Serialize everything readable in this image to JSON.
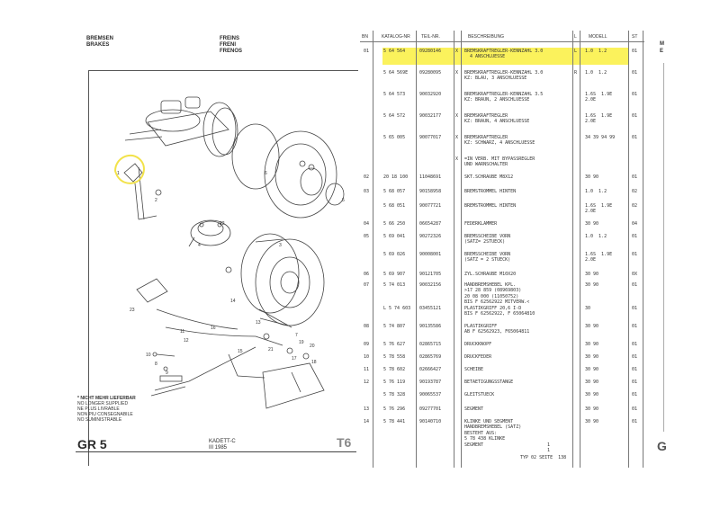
{
  "header": {
    "langs_left": [
      "BREMSEN",
      "BRAKES"
    ],
    "langs_right": [
      "FREINS",
      "FRENI",
      "FRENOS"
    ]
  },
  "legend": {
    "lines": [
      "* NICHT MEHR LIEFERBAR",
      "NO LONGER SUPPLIED",
      "NE PLUS LIVRABLE",
      "NON PIU CONSEGNABILE",
      "NO SUMINISTRABLE"
    ]
  },
  "footer_left": {
    "group": "GR 5",
    "model": "KADETT-C",
    "date": "III 1985",
    "table": "T6"
  },
  "drawing_labels": [
    "1",
    "2",
    "3",
    "4",
    "5",
    "6",
    "7",
    "8",
    "9",
    "10",
    "11",
    "12",
    "13",
    "14",
    "15",
    "16",
    "17",
    "18",
    "19",
    "20",
    "21",
    "22",
    "23"
  ],
  "columns": {
    "bn": "BN",
    "katalog": "KATALOG-NR",
    "teil": "TEIL-NR.",
    "beschreibung": "BESCHREIBUNG",
    "l": "L",
    "modell": "MODELL",
    "st": "ST"
  },
  "rows": [
    {
      "bn": "01",
      "cat": "5 64 564",
      "teil": "09280146",
      "x": "X",
      "desc": [
        "BREMSKRAFTREGLER-KENNZAHL 3.0",
        "  4 ANSCHLUESSE"
      ],
      "l": "L",
      "mod": "1.0  1.2",
      "st": "01",
      "highlight": true
    },
    {
      "bn": "",
      "cat": "5 64 569E",
      "teil": "09280095",
      "x": "X",
      "desc": [
        "BREMSKRAFTREGLER-KENNZAHL 3.0",
        "KZ: BLAU, 3 ANSCHLUESSE"
      ],
      "l": "R",
      "mod": "1.0  1.2",
      "st": "01"
    },
    {
      "bn": "",
      "cat": "5 64 573",
      "teil": "90032920",
      "x": "",
      "desc": [
        "BREMSKRAFTREGLER-KENNZAHL 3.5",
        "KZ: BRAUN, 2 ANSCHLUESSE"
      ],
      "l": "",
      "mod": "1.6S  1.9E|2.0E",
      "st": "01"
    },
    {
      "bn": "",
      "cat": "5 64 572",
      "teil": "90032177",
      "x": "X",
      "desc": [
        "BREMSKRAFTREGLER",
        "KZ: BRAUN, 4 ANSCHLUESSE"
      ],
      "l": "",
      "mod": "1.6S  1.9E|2.0E",
      "st": "01"
    },
    {
      "bn": "",
      "cat": "5 65 005",
      "teil": "90077017",
      "x": "X",
      "desc": [
        "BREMSKRAFTREGLER",
        "KZ: SCHWARZ, 4 ANSCHLUESSE"
      ],
      "l": "",
      "mod": "34 39 94 99",
      "st": "01"
    },
    {
      "bn": "",
      "cat": "",
      "teil": "",
      "x": "X",
      "desc": [
        "=IN VERB. MIT BYPASSREGLER",
        "UND WARNSCHALTER"
      ],
      "l": "",
      "mod": "",
      "st": ""
    },
    {
      "bn": "02",
      "cat": "20 18 100",
      "teil": "11048691",
      "x": "",
      "desc": [
        "SKT.SCHRAUBE M8X12"
      ],
      "l": "",
      "mod": "30 90",
      "st": "01"
    },
    {
      "bn": "03",
      "cat": "5 68 057",
      "teil": "90158958",
      "x": "",
      "desc": [
        "BREMSTROMMEL HINTEN"
      ],
      "l": "",
      "mod": "1.0  1.2",
      "st": "02"
    },
    {
      "bn": "",
      "cat": "5 68 051",
      "teil": "90077721",
      "x": "",
      "desc": [
        "BREMSTROMMEL HINTEN"
      ],
      "l": "",
      "mod": "1.6S  1.9E|2.0E",
      "st": "02"
    },
    {
      "bn": "04",
      "cat": "5 66 250",
      "teil": "06654287",
      "x": "",
      "desc": [
        "FEDERKLAMMER"
      ],
      "l": "",
      "mod": "30 90",
      "st": "04"
    },
    {
      "bn": "05",
      "cat": "5 69 041",
      "teil": "90272326",
      "x": "",
      "desc": [
        "BREMSSCHEIBE VORN",
        "(SATZ= 2STUECK)"
      ],
      "l": "",
      "mod": "1.0  1.2",
      "st": "01"
    },
    {
      "bn": "",
      "cat": "5 69 026",
      "teil": "90008001",
      "x": "",
      "desc": [
        "BREMSSCHEIBE VORN",
        "(SATZ = 2 STUECK)"
      ],
      "l": "",
      "mod": "1.6S  1.9E|2.0E",
      "st": "01"
    },
    {
      "bn": "06",
      "cat": "5 69 907",
      "teil": "90121705",
      "x": "",
      "desc": [
        "ZYL.SCHRAUBE M10X20"
      ],
      "l": "",
      "mod": "30 90",
      "st": "0X"
    },
    {
      "bn": "07",
      "cat": "5 74 013",
      "teil": "90032156",
      "x": "",
      "desc": [
        "HANDBREMSHEBEL KPL.",
        ">17 28 859 (08969803)",
        "20 08 000 (11050752)",
        "BIS F 62562922 MITVERW.<"
      ],
      "l": "",
      "mod": "30 90",
      "st": "01"
    },
    {
      "bn": "",
      "cat": "L 5 74 603",
      "teil": "03455121",
      "x": "",
      "desc": [
        "PLASTIKGRIFF 20,6 I-D",
        "BIS F 62562922, F 65064810"
      ],
      "l": "",
      "mod": "30",
      "st": "01"
    },
    {
      "bn": "08",
      "cat": "5 74 807",
      "teil": "90135586",
      "x": "",
      "desc": [
        "PLASTIKGRIFF",
        "AB F 62562923, F65064811"
      ],
      "l": "",
      "mod": "30 90",
      "st": "01"
    },
    {
      "bn": "09",
      "cat": "5 76 627",
      "teil": "02865715",
      "x": "",
      "desc": [
        "DRUCKKNOPF"
      ],
      "l": "",
      "mod": "30 90",
      "st": "01"
    },
    {
      "bn": "10",
      "cat": "5 78 558",
      "teil": "02865769",
      "x": "",
      "desc": [
        "DRUCKFEDER"
      ],
      "l": "",
      "mod": "30 90",
      "st": "01"
    },
    {
      "bn": "11",
      "cat": "5 78 602",
      "teil": "02666427",
      "x": "",
      "desc": [
        "SCHEIBE"
      ],
      "l": "",
      "mod": "30 90",
      "st": "01"
    },
    {
      "bn": "12",
      "cat": "5 76 119",
      "teil": "90193787",
      "x": "",
      "desc": [
        "BETAETIGUNGSSTANGE"
      ],
      "l": "",
      "mod": "30 90",
      "st": "01"
    },
    {
      "bn": "",
      "cat": "5 78 328",
      "teil": "90065537",
      "x": "",
      "desc": [
        "GLEITSTUECK"
      ],
      "l": "",
      "mod": "30 90",
      "st": "01"
    },
    {
      "bn": "13",
      "cat": "5 76 296",
      "teil": "09277701",
      "x": "",
      "desc": [
        "SEGMENT"
      ],
      "l": "",
      "mod": "30 90",
      "st": "01"
    },
    {
      "bn": "14",
      "cat": "5 78 441",
      "teil": "90140710",
      "x": "",
      "desc": [
        "KLINKE UND SEGMENT",
        "HANDBREMSHEBEL (SATZ)",
        "BESTEHT AUS:",
        "5 78 438 KLINKE",
        "SEGMENT"
      ],
      "l": "",
      "mod": "30 90",
      "st": "01"
    }
  ],
  "footer_right": {
    "qty1": "1",
    "qty2": "1",
    "typ": "TYP 02 SEITE  138"
  },
  "edge": {
    "m": "M",
    "e": "E",
    "g": "G"
  }
}
